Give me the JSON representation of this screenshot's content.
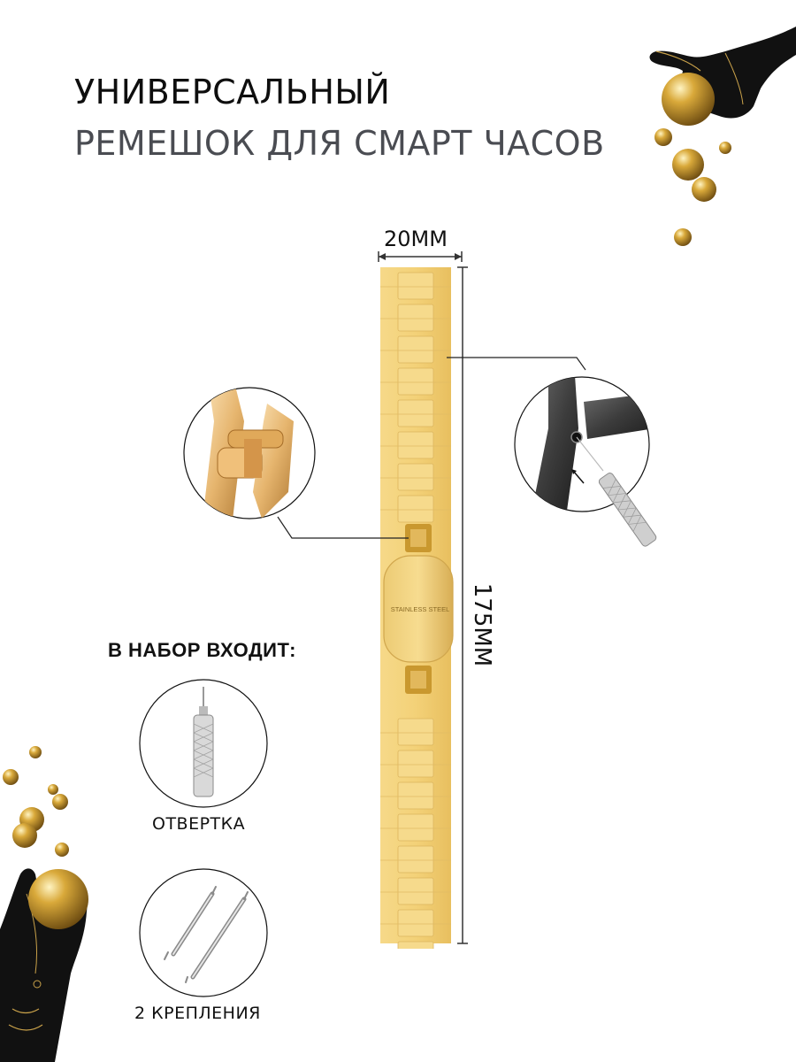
{
  "heading": {
    "line1": "УНИВЕРСАЛЬНЫЙ",
    "line2": "РЕМЕШОК ДЛЯ СМАРТ ЧАСОВ"
  },
  "dimensions": {
    "width": "20ММ",
    "length": "175ММ"
  },
  "strap": {
    "clasp_engraving": "STAINLESS STEEL"
  },
  "kit": {
    "title": "В НАБОР ВХОДИТ:",
    "items": [
      {
        "label": "ОТВЕРТКА",
        "icon": "screwdriver-icon"
      },
      {
        "label": "2 КРЕПЛЕНИЯ",
        "icon": "spring-bar-icon"
      }
    ]
  },
  "colors": {
    "strap_gold": "#f3d178",
    "strap_shadow": "#d9b35a",
    "ball_gold": "#c99a2e",
    "hand_black": "#111111",
    "title_dark": "#0e0e0e",
    "title_gray": "#4a4c52"
  }
}
